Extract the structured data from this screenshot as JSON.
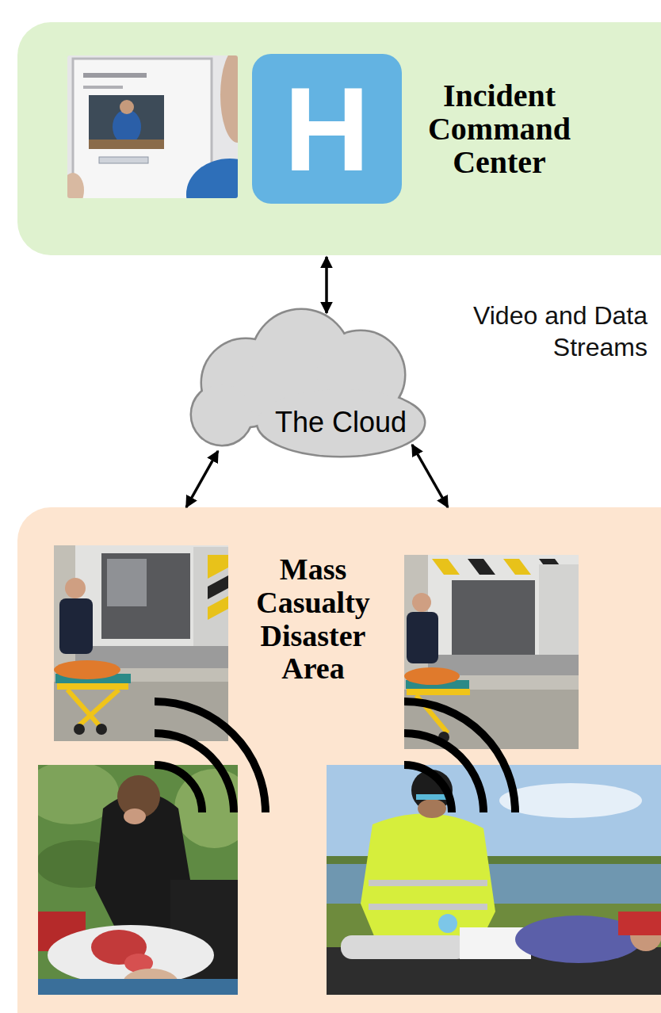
{
  "diagram": {
    "nodes": [
      {
        "text": [
          "Incident Command Center"
        ]
      },
      {
        "text": [
          "H"
        ],
        "in": 0
      },
      {
        "text": [
          "The Cloud"
        ]
      },
      {
        "text": [
          "Mass Casualty Disaster Area"
        ]
      }
    ],
    "edges": [
      {
        "from": 0,
        "to": 2,
        "arrow": "both"
      },
      {
        "from": 2,
        "to": 3,
        "arrow": "both"
      },
      {
        "from": 2,
        "to": 3,
        "arrow": "both"
      }
    ],
    "labels": [
      "Video and Data Streams"
    ]
  }
}
